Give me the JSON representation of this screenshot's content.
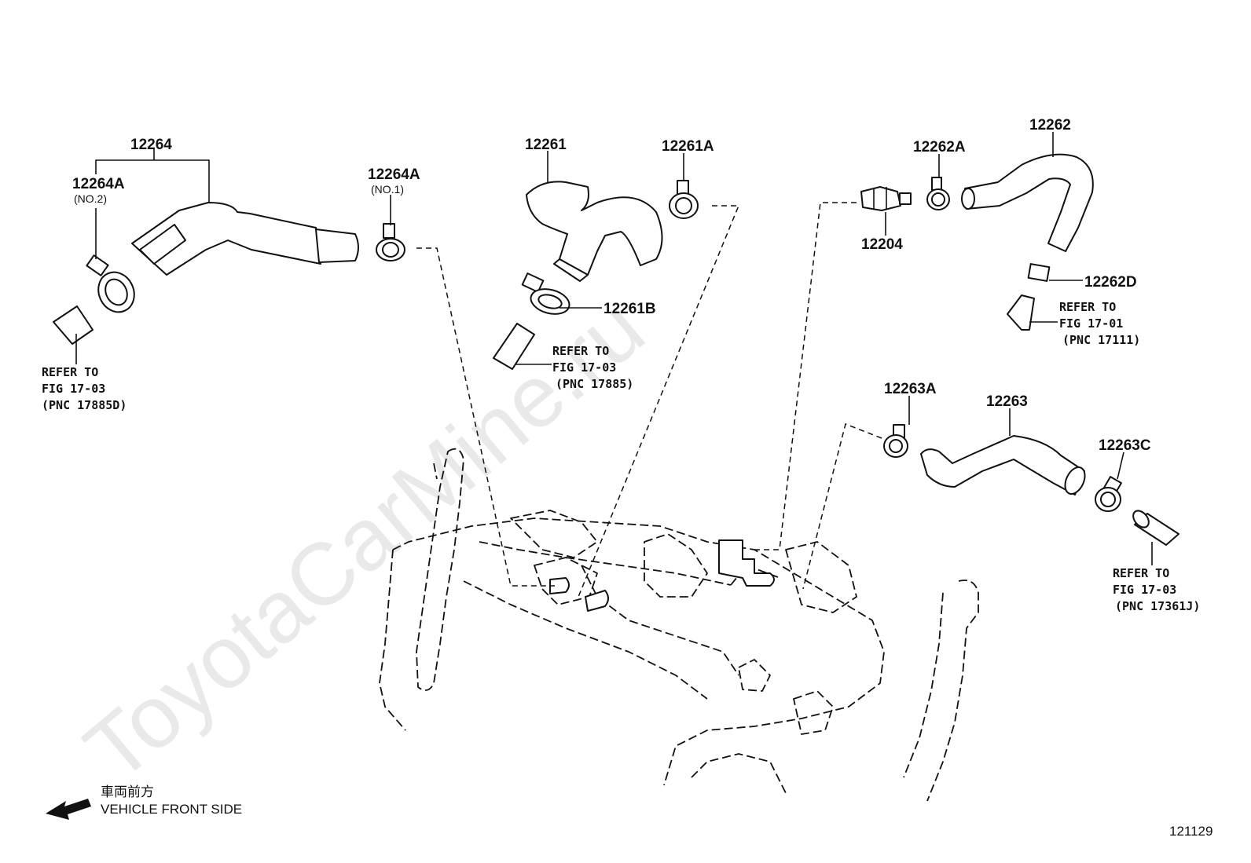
{
  "watermark": "ToyotaCarMine.ru",
  "parts": {
    "p12264": "12264",
    "p12264A_no2": "12264A",
    "p12264A_no2_sub": "(NO.2)",
    "p12264A_no1": "12264A",
    "p12264A_no1_sub": "(NO.1)",
    "p12261": "12261",
    "p12261A": "12261A",
    "p12261B": "12261B",
    "p12262": "12262",
    "p12262A": "12262A",
    "p12262D": "12262D",
    "p12204": "12204",
    "p12263": "12263",
    "p12263A": "12263A",
    "p12263C": "12263C"
  },
  "references": {
    "left": [
      "REFER TO",
      "FIG 17-03",
      "(PNC 17885D)"
    ],
    "middle": [
      "REFER TO",
      "FIG 17-03",
      "(PNC 17885)"
    ],
    "upper_right": [
      "REFER TO",
      "FIG 17-01",
      "(PNC 17111)"
    ],
    "lower_right": [
      "REFER TO",
      "FIG 17-03",
      "(PNC 17361J)"
    ]
  },
  "direction": {
    "jp": "車両前方",
    "en": "VEHICLE FRONT SIDE"
  },
  "figure_id": "121129"
}
